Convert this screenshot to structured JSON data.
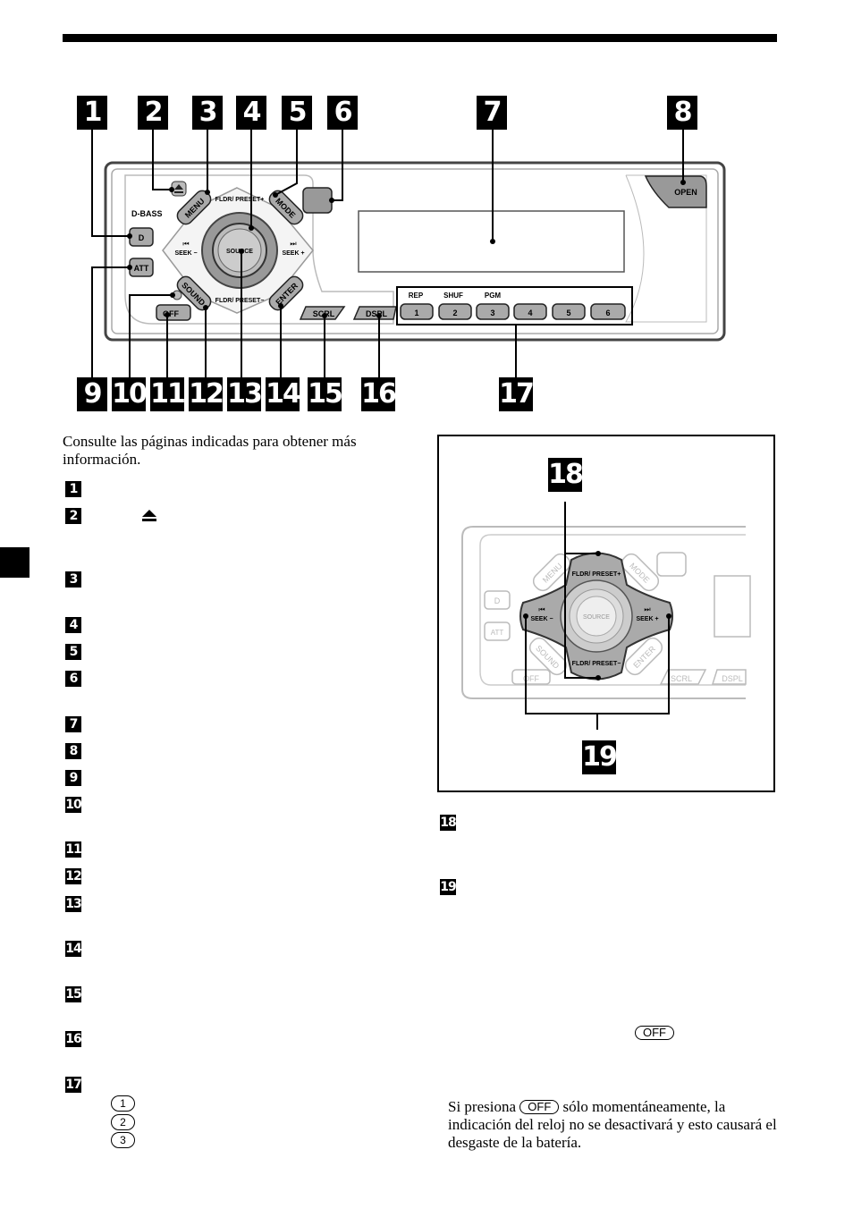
{
  "device_labels": {
    "d_bass": "D-BASS",
    "d": "D",
    "att": "ATT",
    "off": "OFF",
    "menu": "MENU",
    "mode": "MODE",
    "sound": "SOUND",
    "enter": "ENTER",
    "fldr_preset_plus": "FLDR/ PRESET+",
    "fldr_preset_minus": "FLDR/ PRESET−",
    "seek_minus": "SEEK −",
    "seek_plus": "SEEK +",
    "source": "SOURCE",
    "scrl": "SCRL",
    "dspl": "DSPL",
    "open": "OPEN",
    "rep": "REP",
    "shuf": "SHUF",
    "pgm": "PGM",
    "presets": [
      "1",
      "2",
      "3",
      "4",
      "5",
      "6"
    ]
  },
  "callouts": [
    "1",
    "2",
    "3",
    "4",
    "5",
    "6",
    "7",
    "8",
    "9",
    "10",
    "11",
    "12",
    "13",
    "14",
    "15",
    "16",
    "17"
  ],
  "inset_callouts": [
    "18",
    "19"
  ],
  "intro_text": "Consulte las páginas indicadas para obtener más información.",
  "list_markers": [
    "1",
    "2",
    "3",
    "4",
    "5",
    "6",
    "7",
    "8",
    "9",
    "10",
    "11",
    "12",
    "13",
    "14",
    "15",
    "16",
    "17"
  ],
  "right_markers": [
    "18",
    "19"
  ],
  "off_button": "OFF",
  "circled_numbers": [
    "1",
    "2",
    "3"
  ],
  "note": {
    "before": "Si presiona ",
    "button": "OFF",
    "after": " sólo momentáneamente, la indicación del reloj no se desactivará y esto causará el desgaste de la batería."
  }
}
